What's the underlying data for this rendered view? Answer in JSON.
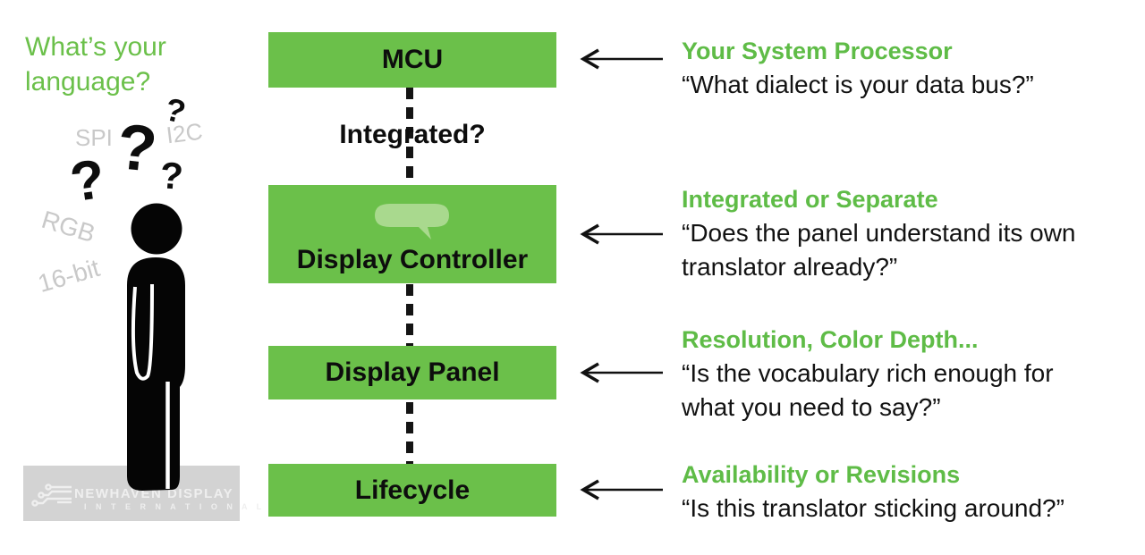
{
  "palette": {
    "green": "#6BC04A",
    "heading_green": "#5FBC47",
    "light_green_bubble": "#A9D98E",
    "black": "#121212",
    "gray_label": "#C9C9C9",
    "watermark_bg": "#D3D3D3",
    "watermark_fg": "#EFEFEF"
  },
  "left": {
    "intro": "What’s your language?",
    "qmark": "?",
    "floating_labels": [
      "SPI",
      "I2C",
      "RGB",
      "16-bit"
    ],
    "watermark": {
      "line1": "NEWHAVEN DISPLAY",
      "line2": "I N T E R N A T I O N A L"
    }
  },
  "flow": {
    "connector_label": "Integrated?",
    "nodes": [
      {
        "label": "MCU"
      },
      {
        "label": "Display Controller",
        "icon": "speech-bubble"
      },
      {
        "label": "Display Panel"
      },
      {
        "label": "Lifecycle"
      }
    ]
  },
  "annotations": [
    {
      "heading": "Your System Processor",
      "lines": [
        "“What dialect is your data bus?”"
      ]
    },
    {
      "heading": "Integrated or Separate",
      "lines": [
        "“Does the panel understand its own",
        "translator already?”"
      ]
    },
    {
      "heading": "Resolution, Color Depth...",
      "lines": [
        "“Is the vocabulary rich enough for",
        "what you need to say?”"
      ]
    },
    {
      "heading": "Availability or Revisions",
      "lines": [
        "“Is this translator sticking around?”"
      ]
    }
  ]
}
